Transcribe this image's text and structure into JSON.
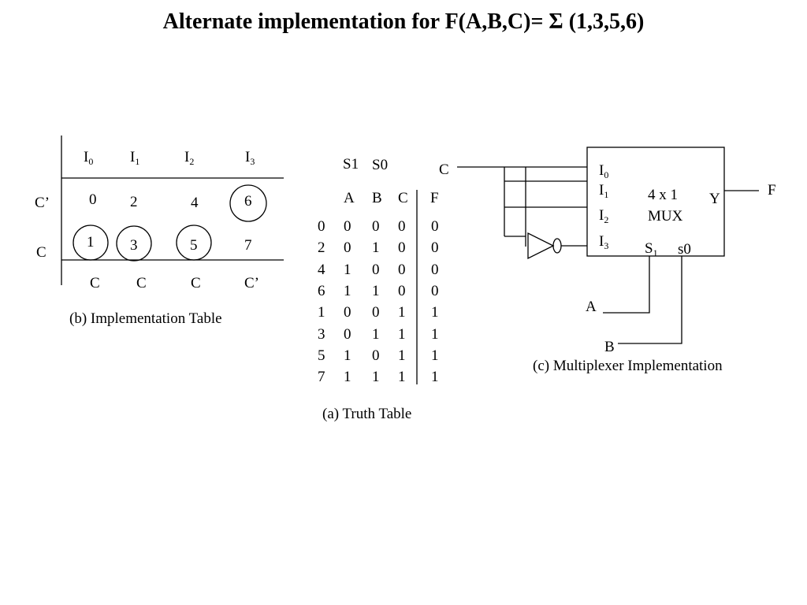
{
  "title": "Alternate implementation for F(A,B,C)= Σ (1,3,5,6)",
  "impl_table": {
    "inputs": [
      {
        "main": "I",
        "sub": "0"
      },
      {
        "main": "I",
        "sub": "1"
      },
      {
        "main": "I",
        "sub": "2"
      },
      {
        "main": "I",
        "sub": "3"
      }
    ],
    "row_labels": [
      "C’",
      "C"
    ],
    "row1": [
      "0",
      "2",
      "4",
      "6"
    ],
    "row2": [
      "1",
      "3",
      "5",
      "7"
    ],
    "circled": [
      "6",
      "1",
      "3",
      "5"
    ],
    "bottom": [
      "C",
      "C",
      "C",
      "C’"
    ],
    "caption": "(b)  Implementation Table"
  },
  "truth_table": {
    "select_labels": [
      "S1",
      "S0"
    ],
    "headers": [
      "A",
      "B",
      "C",
      "F"
    ],
    "rows": [
      [
        "0",
        "0",
        "0",
        "0",
        "0"
      ],
      [
        "2",
        "0",
        "1",
        "0",
        "0"
      ],
      [
        "4",
        "1",
        "0",
        "0",
        "0"
      ],
      [
        "6",
        "1",
        "1",
        "0",
        "0"
      ],
      [
        "1",
        "0",
        "0",
        "1",
        "1"
      ],
      [
        "3",
        "0",
        "1",
        "1",
        "1"
      ],
      [
        "5",
        "1",
        "0",
        "1",
        "1"
      ],
      [
        "7",
        "1",
        "1",
        "1",
        "1"
      ]
    ],
    "caption": "(a)  Truth Table"
  },
  "mux": {
    "input_signal": "C",
    "inputs": [
      {
        "main": "I",
        "sub": "0"
      },
      {
        "main": "I",
        "sub": "1"
      },
      {
        "main": "I",
        "sub": "2"
      },
      {
        "main": "I",
        "sub": "3"
      }
    ],
    "size": "4 x 1",
    "name": "MUX",
    "output": "Y",
    "output_signal": "F",
    "select_1": {
      "main": "S",
      "sub": "1"
    },
    "select_0": "s0",
    "select_a": "A",
    "select_b": "B",
    "caption": "(c)  Multiplexer Implementation"
  }
}
